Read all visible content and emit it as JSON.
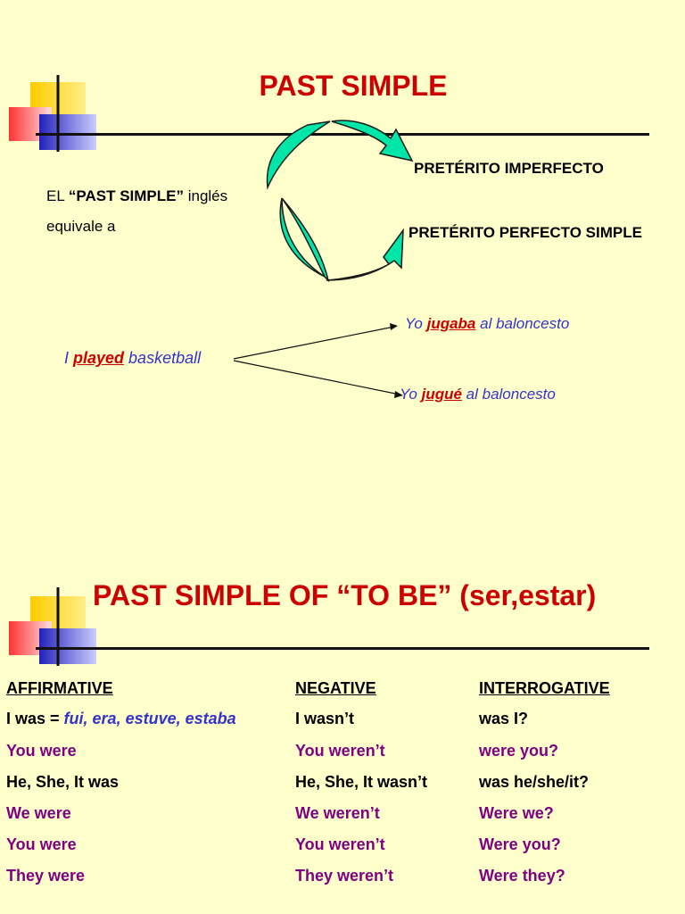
{
  "slide1": {
    "title": "PAST SIMPLE",
    "intro_line1_prefix": "EL ",
    "intro_line1_bold": "“PAST SIMPLE”",
    "intro_line1_suffix": " inglés",
    "intro_line2": "equivale a",
    "option_top": "PRETÉRITO IMPERFECTO",
    "option_bottom": "PRETÉRITO PERFECTO SIMPLE",
    "example_en": {
      "pre": "I ",
      "verb": "played",
      "post": " basketball"
    },
    "example_es1": {
      "pre": "Yo ",
      "verb": "jugaba",
      "post": " al baloncesto"
    },
    "example_es2": {
      "pre": "Yo ",
      "verb": "jugué",
      "post": " al baloncesto"
    }
  },
  "slide2": {
    "title": "PAST SIMPLE OF “TO BE” (ser,estar)",
    "columns": {
      "affirmative": "AFFIRMATIVE",
      "negative": "NEGATIVE",
      "interrogative": "INTERROGATIVE"
    },
    "row1": {
      "aff": "I was = ",
      "aff_es": "fui, era, estuve, estaba",
      "neg": "I wasn’t",
      "int": "was I?"
    },
    "row2": {
      "aff": "You were",
      "neg": "You weren’t",
      "int": "were you?"
    },
    "row3": {
      "aff": "He, She, It was",
      "neg": "He, She, It wasn’t",
      "int": "was he/she/it?"
    },
    "row4": {
      "aff": "We were",
      "neg": "We weren’t",
      "int": "Were we?"
    },
    "row5": {
      "aff": "You were",
      "neg": "You weren’t",
      "int": "Were you?"
    },
    "row6": {
      "aff": "They were",
      "neg": "They weren’t",
      "int": "Were they?"
    }
  },
  "colors": {
    "background": "#ffffcc",
    "title": "#cc0000",
    "arrow_fill": "#00e6a8",
    "purple": "#800080",
    "blue": "#3333cc"
  }
}
